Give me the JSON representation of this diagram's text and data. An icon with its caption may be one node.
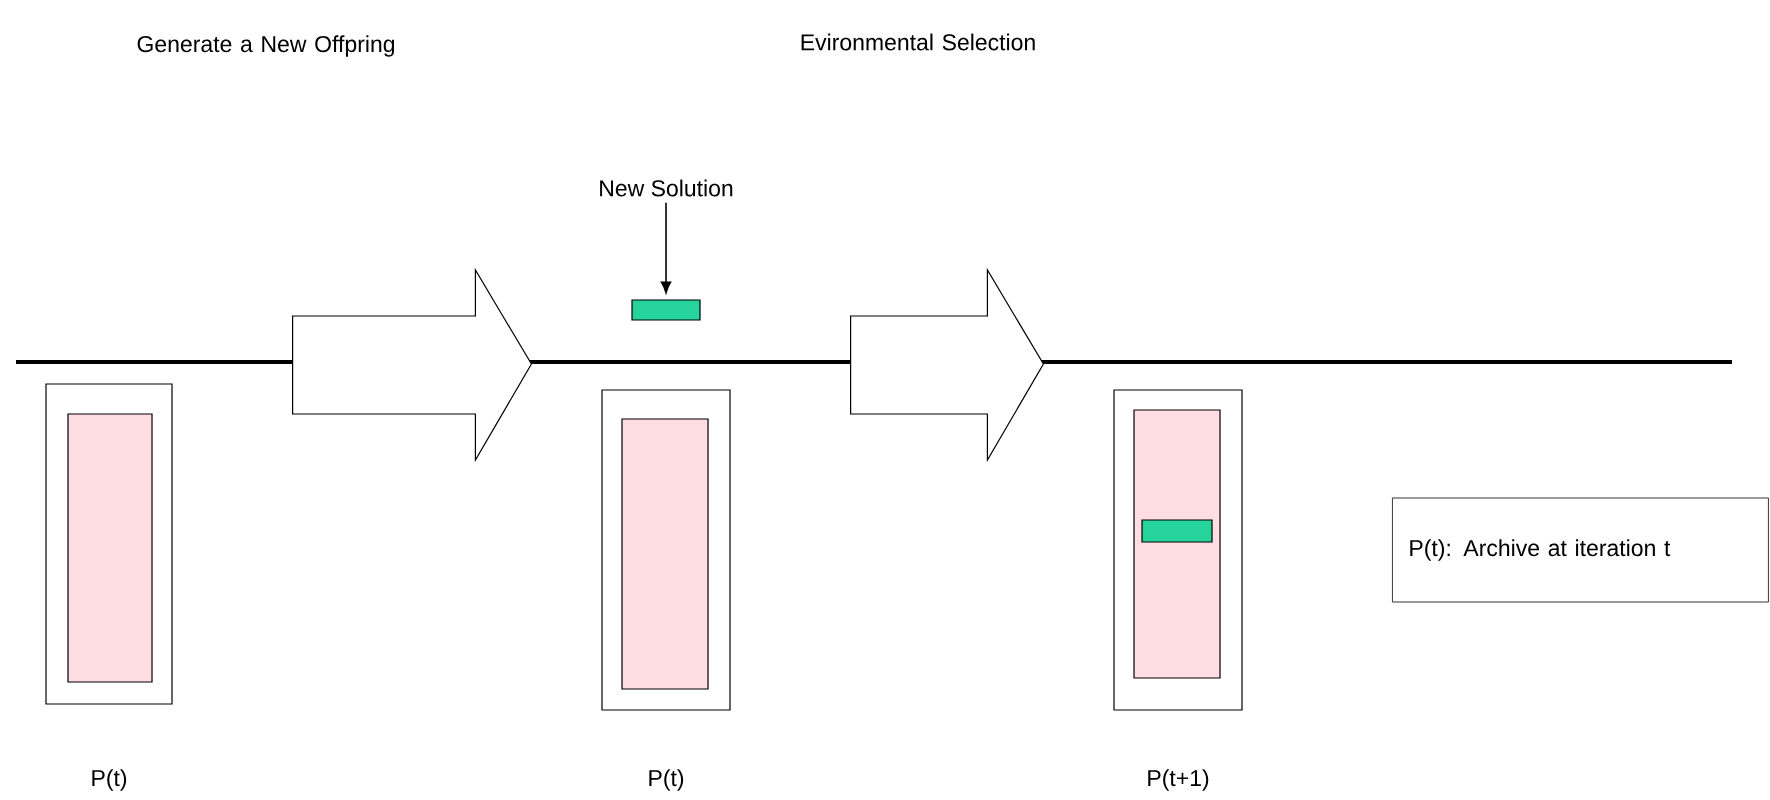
{
  "diagram": {
    "nodes": [
      {
        "text": [],
        "shape": "box",
        "beside": [
          "P(t)"
        ]
      },
      {
        "text": [],
        "shape": "box",
        "in": 0
      },
      {
        "text": [],
        "shape": "box",
        "beside": [
          "P(t)"
        ]
      },
      {
        "text": [],
        "shape": "box",
        "in": 2
      },
      {
        "text": [],
        "shape": "box",
        "beside": [
          "P(t+1)"
        ]
      },
      {
        "text": [],
        "shape": "box",
        "in": 4
      },
      {
        "text": [],
        "shape": "bar",
        "in": 5
      },
      {
        "text": [
          "New Solution"
        ]
      },
      {
        "text": [],
        "shape": "bar"
      },
      {
        "text": [
          "P(t): Archive at iteration t"
        ]
      }
    ],
    "edges": [
      {
        "from": 0,
        "to": 2,
        "arrow": "to"
      },
      {
        "from": 7,
        "to": 8,
        "arrow": "to"
      },
      {
        "from": 2,
        "to": 4,
        "arrow": "to"
      }
    ],
    "labels": [
      "Generate a New Offpring",
      "Evironmental Selection"
    ]
  }
}
